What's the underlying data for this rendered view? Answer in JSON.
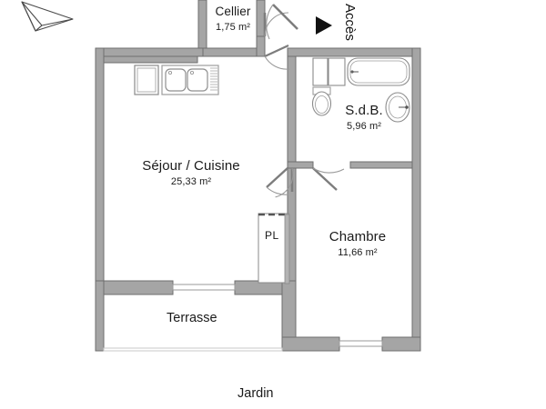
{
  "document": {
    "type": "floor-plan",
    "title": "Plan d'appartement"
  },
  "rooms": [
    {
      "id": "cellier",
      "name": "Cellier",
      "area": "1,75 m²"
    },
    {
      "id": "sdb",
      "name": "S.d.B.",
      "area": "5,96 m²"
    },
    {
      "id": "sejour",
      "name": "Séjour / Cuisine",
      "area": "25,33 m²"
    },
    {
      "id": "chambre",
      "name": "Chambre",
      "area": "11,66 m²"
    },
    {
      "id": "placard",
      "name": "PL",
      "area": ""
    }
  ],
  "annotations": {
    "acces": "Accès",
    "terrasse": "Terrasse",
    "jardin": "Jardin"
  },
  "icons": {
    "north_arrow": "paper-plane-north-arrow",
    "access_arrow": "left-pointing-triangle"
  },
  "colors": {
    "wall_fill": "#a5a5a5",
    "wall_stroke": "#6e6e6e",
    "fixture_stroke": "#7a7a7a",
    "text": "#1a1a1a",
    "background": "#ffffff",
    "thin_wall": "#bdbdbd"
  }
}
